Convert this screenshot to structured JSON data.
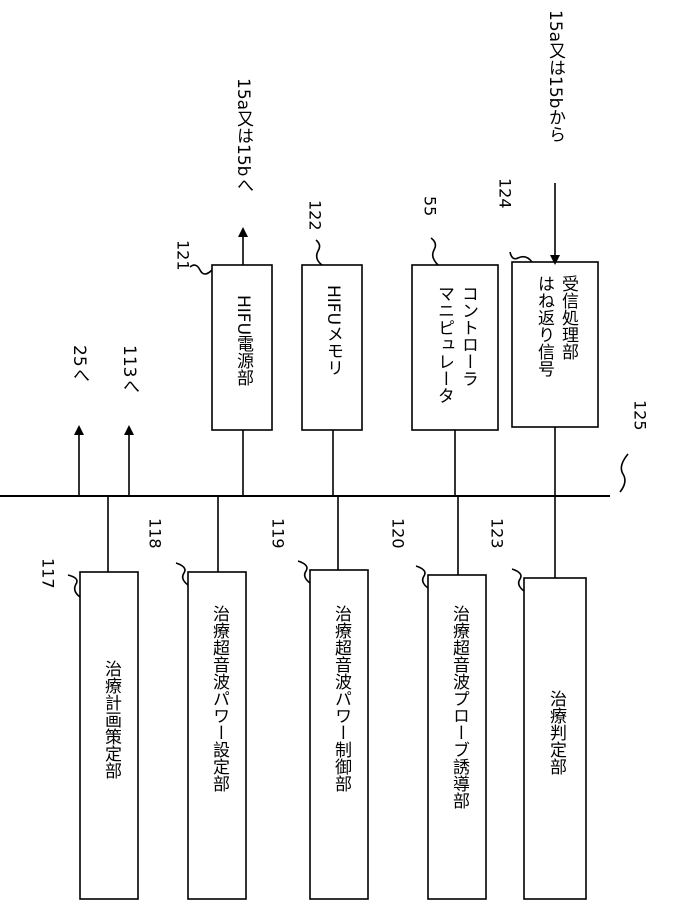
{
  "bus": {
    "ref": "125"
  },
  "outputs": [
    {
      "id": "out-25",
      "label": "25へ"
    },
    {
      "id": "out-113",
      "label": "113へ"
    }
  ],
  "top_blocks": [
    {
      "id": "hifu-power",
      "ref": "121",
      "label": "HIFU電源部",
      "arrow_label": "15a又は15bへ"
    },
    {
      "id": "hifu-memory",
      "ref": "122",
      "label": "HIFUメモリ"
    },
    {
      "id": "manipulator",
      "ref": "55",
      "lines": [
        "マニピュレータ",
        "コントローラ"
      ]
    },
    {
      "id": "rebound-signal",
      "ref": "124",
      "lines": [
        "はね返り信号",
        "受信処理部"
      ],
      "arrow_label": "15a又は15bから"
    }
  ],
  "bottom_blocks": [
    {
      "id": "plan",
      "ref": "117",
      "label": "治療計画策定部"
    },
    {
      "id": "power-setting",
      "ref": "118",
      "label": "治療超音波パワー設定部"
    },
    {
      "id": "power-control",
      "ref": "119",
      "label": "治療超音波パワー制御部"
    },
    {
      "id": "probe-guide",
      "ref": "120",
      "label": "治療超音波プローブ誘導部"
    },
    {
      "id": "judgement",
      "ref": "123",
      "label": "治療判定部"
    }
  ]
}
